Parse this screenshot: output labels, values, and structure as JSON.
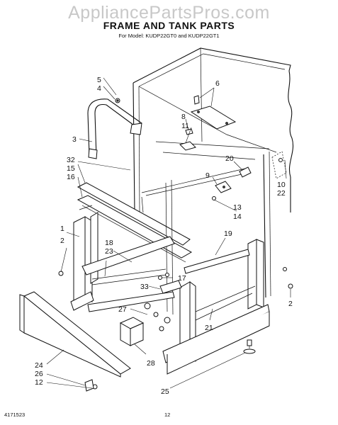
{
  "header": {
    "watermark": "AppliancePartsPros.com",
    "title": "FRAME AND TANK PARTS",
    "subtitle": "For Model: KUDP22GT0 and KUDP22GT1"
  },
  "callouts": [
    "1",
    "2",
    "3",
    "4",
    "5",
    "6",
    "8",
    "11",
    "32",
    "15",
    "16",
    "20",
    "9",
    "10",
    "22",
    "13",
    "14",
    "18",
    "23",
    "19",
    "17",
    "33",
    "27",
    "2",
    "21",
    "24",
    "26",
    "12",
    "28",
    "25"
  ],
  "footer": {
    "code": "4171523",
    "page": "12"
  }
}
